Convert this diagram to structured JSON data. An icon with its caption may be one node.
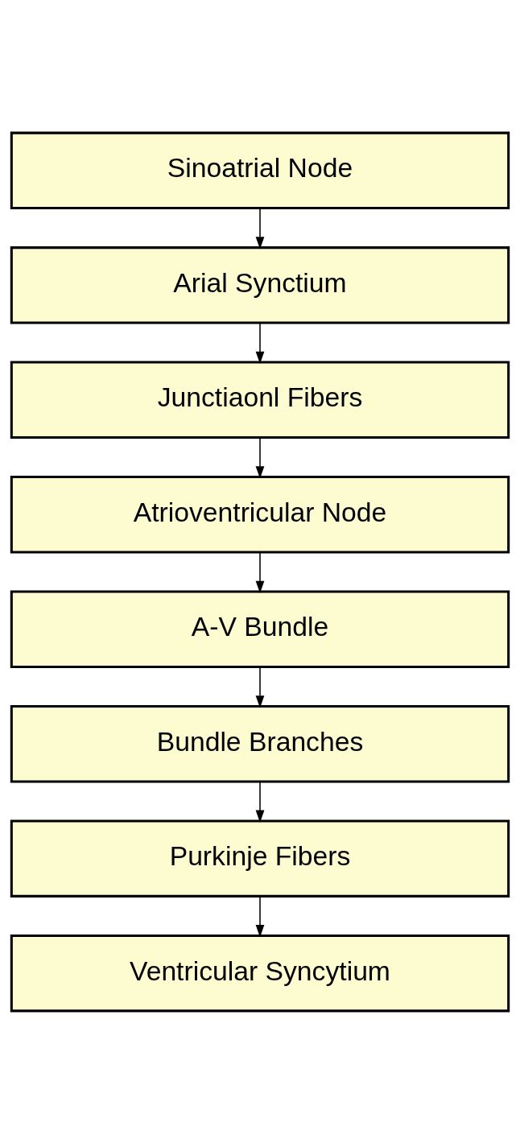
{
  "diagram": {
    "nodes": [
      {
        "text": [
          "Sinoatrial Node"
        ]
      },
      {
        "text": [
          "Arial Synctium"
        ]
      },
      {
        "text": [
          "Junctiaonl Fibers"
        ]
      },
      {
        "text": [
          "Atrioventricular Node"
        ]
      },
      {
        "text": [
          "A-V Bundle"
        ]
      },
      {
        "text": [
          "Bundle Branches"
        ]
      },
      {
        "text": [
          "Purkinje Fibers"
        ]
      },
      {
        "text": [
          "Ventricular Syncytium"
        ]
      }
    ],
    "edges": [
      {
        "from": 0,
        "to": 1,
        "arrow": "to"
      },
      {
        "from": 1,
        "to": 2,
        "arrow": "to"
      },
      {
        "from": 2,
        "to": 3,
        "arrow": "to"
      },
      {
        "from": 3,
        "to": 4,
        "arrow": "to"
      },
      {
        "from": 4,
        "to": 5,
        "arrow": "to"
      },
      {
        "from": 5,
        "to": 6,
        "arrow": "to"
      },
      {
        "from": 6,
        "to": 7,
        "arrow": "to"
      }
    ]
  }
}
